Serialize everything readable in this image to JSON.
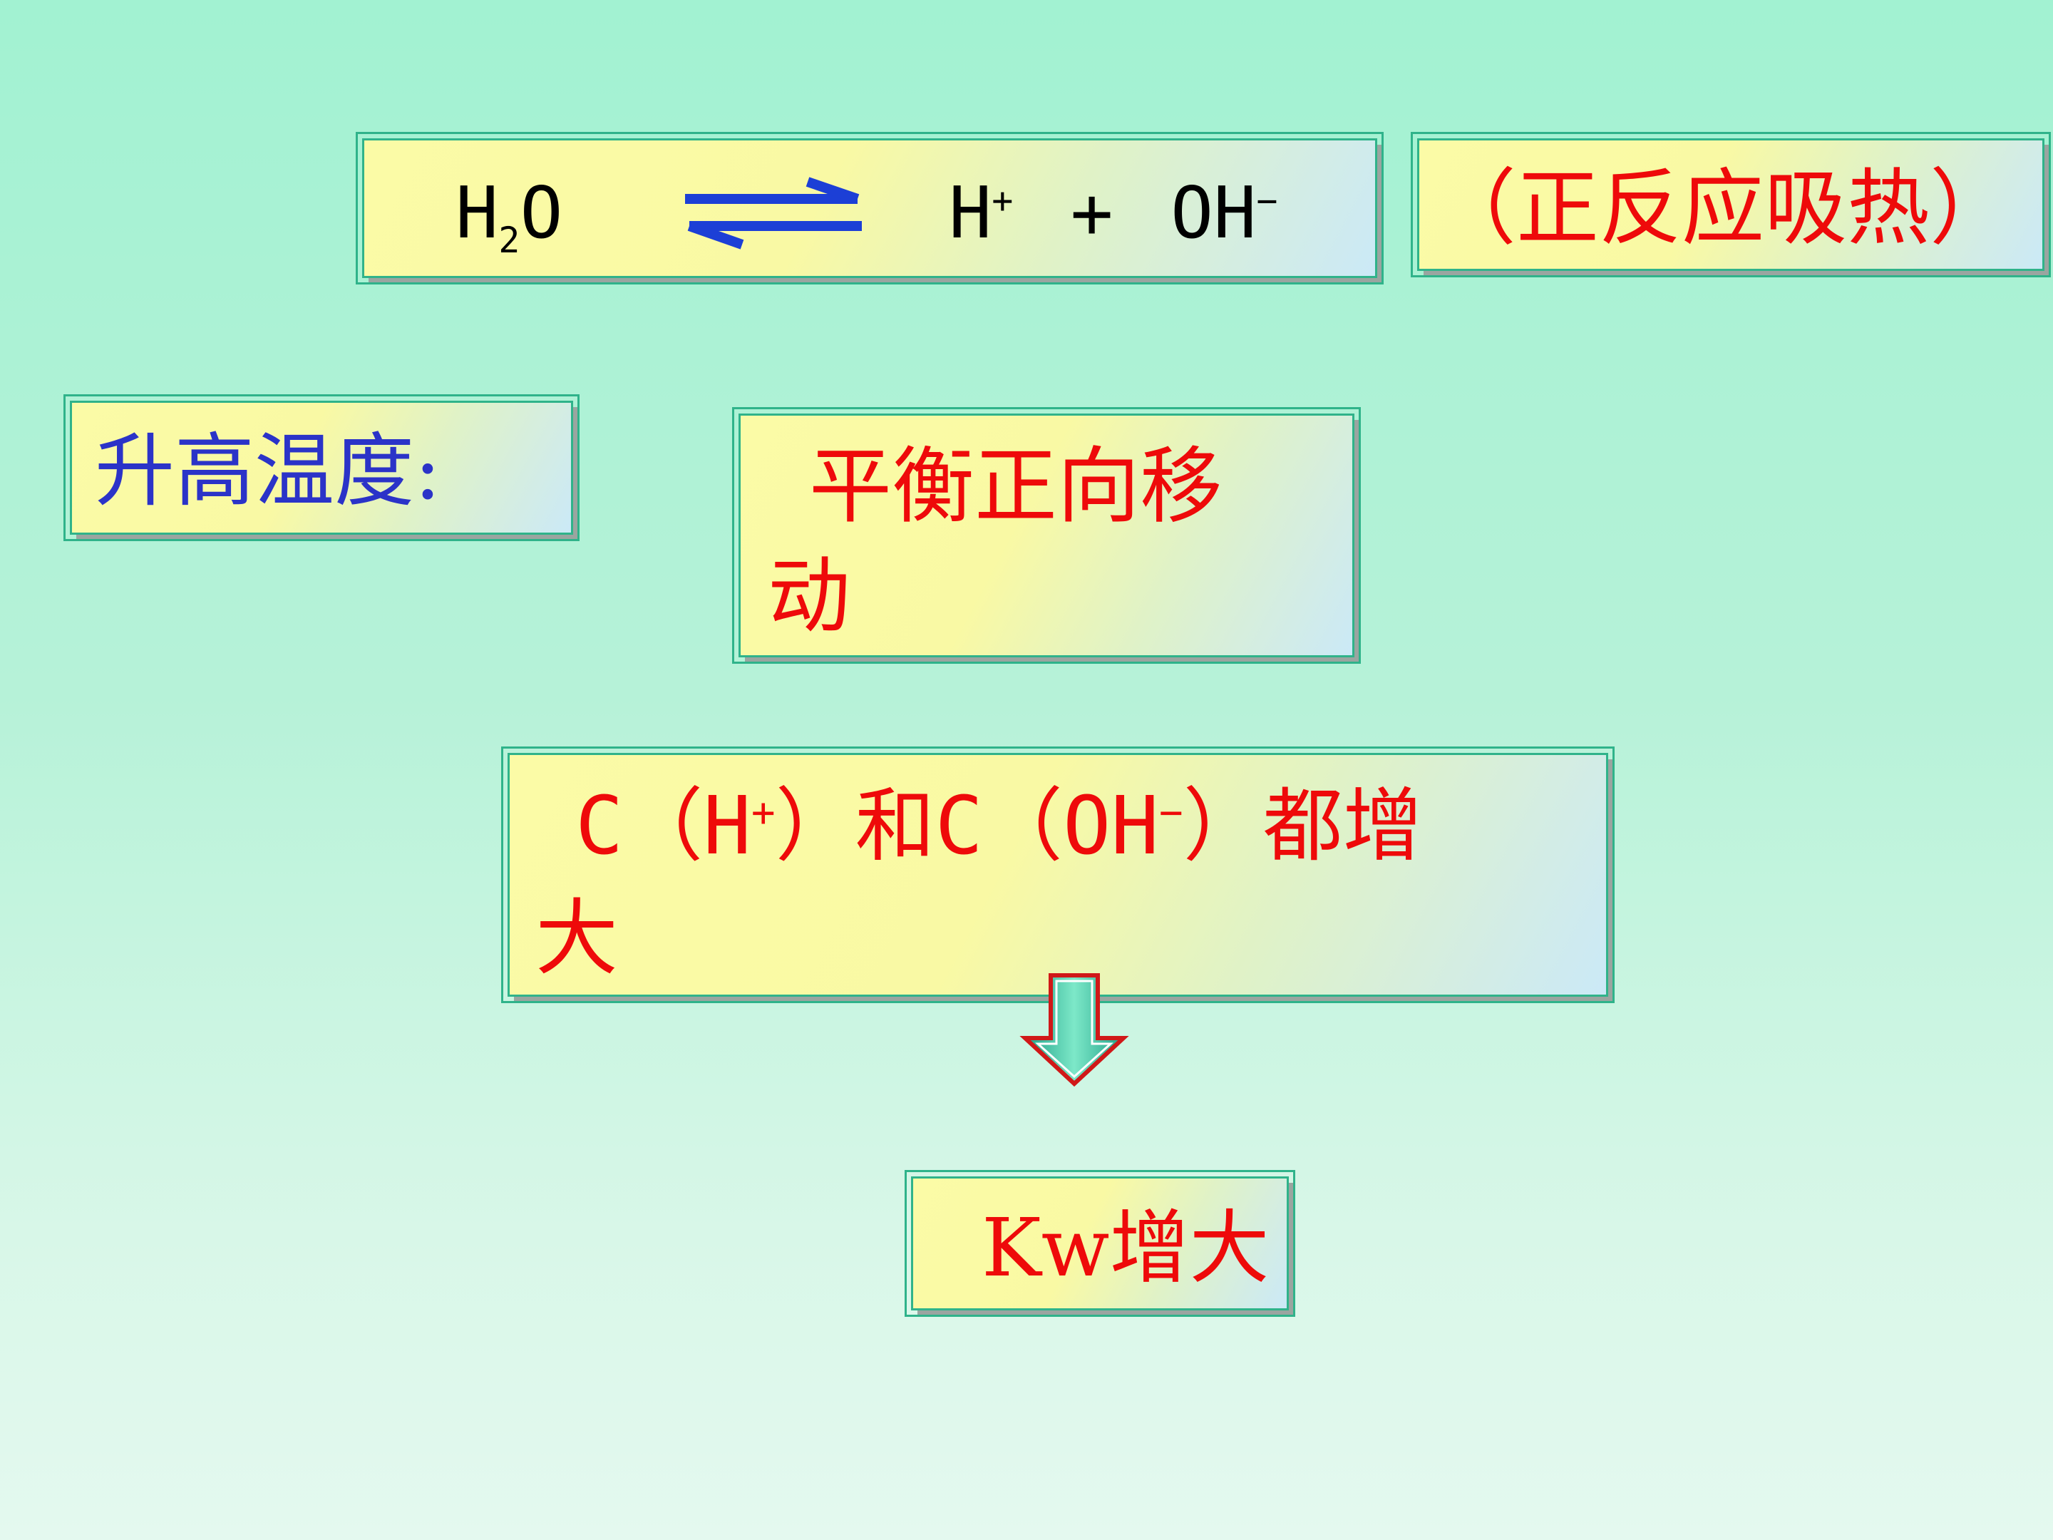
{
  "equation": {
    "reactant_prefix": "H",
    "reactant_sub": "2",
    "reactant_suffix": "O",
    "product1": "H",
    "product1_charge": "+",
    "plus": "+",
    "product2": "OH",
    "product2_charge": "−"
  },
  "note": "（正反应吸热）",
  "condition": "升高温度:",
  "shift": {
    "line1": "平衡正向移",
    "line2": "动"
  },
  "concentration": {
    "c1": "C（H",
    "c1_charge": "+",
    "mid": "）和C（OH",
    "c2_charge": "−",
    "tail": "）都增",
    "line2": "大"
  },
  "result": "Kw增大",
  "colors": {
    "accent_red": "#ee0a0a",
    "accent_blue": "#2b33c8",
    "border_green": "#2fb38a"
  }
}
